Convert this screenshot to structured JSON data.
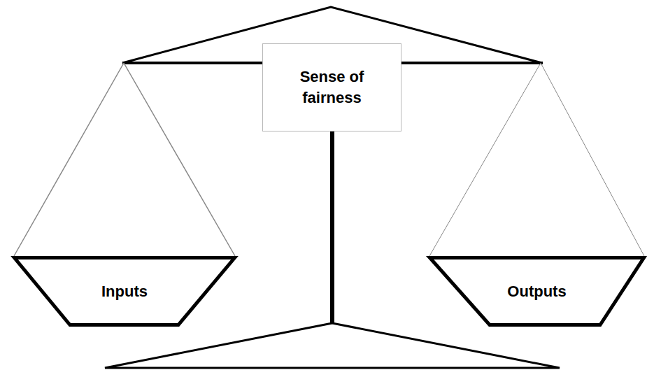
{
  "diagram": {
    "nodes": [
      {
        "text": [
          "Sense of fairness"
        ]
      },
      {
        "text": [
          "Inputs"
        ]
      },
      {
        "text": [
          "Outputs"
        ]
      }
    ]
  }
}
